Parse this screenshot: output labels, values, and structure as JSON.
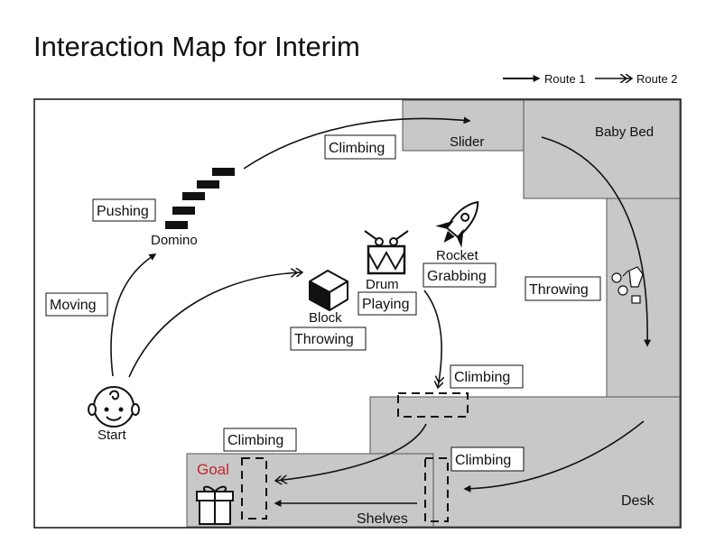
{
  "title": "Interaction Map for Interim",
  "legend": {
    "route1": "Route 1",
    "route2": "Route 2"
  },
  "areas": {
    "slider": "Slider",
    "baby_bed": "Baby Bed",
    "desk": "Desk",
    "shelves": "Shelves"
  },
  "objects": {
    "domino": "Domino",
    "drum": "Drum",
    "rocket": "Rocket",
    "block": "Block",
    "start": "Start",
    "goal": "Goal"
  },
  "actions": {
    "climbing_slider": "Climbing",
    "pushing": "Pushing",
    "moving": "Moving",
    "grabbing": "Grabbing",
    "playing": "Playing",
    "throwing_block": "Throwing",
    "throwing_bed": "Throwing",
    "climbing_desk": "Climbing",
    "climbing_goal": "Climbing",
    "climbing_shelves": "Climbing"
  },
  "colors": {
    "area_fill": "#c8c8c8",
    "goal_text": "#c0282d",
    "stroke": "#111111"
  }
}
